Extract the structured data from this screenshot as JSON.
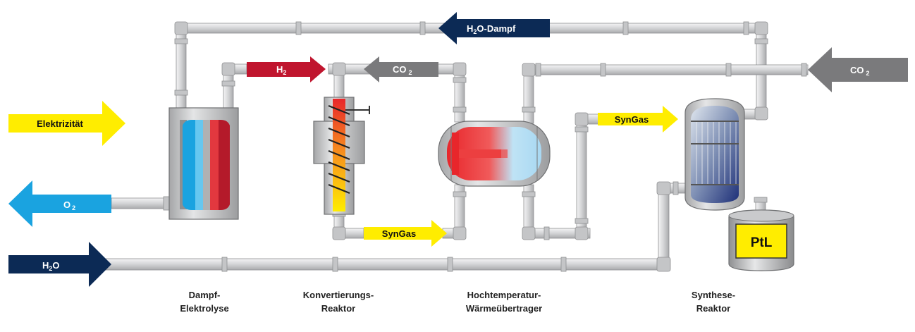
{
  "colors": {
    "yellow": "#ffed00",
    "blue": "#1aa3e0",
    "navy": "#0c2a55",
    "red": "#c0152e",
    "gray": "#7a7a7c",
    "pipe": "#d9dadb",
    "pipe_stroke": "#9a9b9d"
  },
  "arrows": {
    "elektrizitaet": "Elektrizität",
    "o2_main": "O",
    "o2_sub": "2",
    "h2o_main": "H",
    "h2o_sub": "2",
    "h2o_tail": "O",
    "h2_main": "H",
    "h2_sub": "2",
    "co2_left_main": "CO",
    "co2_left_sub": "2",
    "co2_right_main": "CO",
    "co2_right_sub": "2",
    "dampf_main": "H",
    "dampf_sub": "2",
    "dampf_tail": "O-Dampf",
    "syngas_bottom": "SynGas",
    "syngas_top": "SynGas"
  },
  "tank": {
    "label": "PtL"
  },
  "labels": {
    "elektrolyse_1": "Dampf-",
    "elektrolyse_2": "Elektrolyse",
    "konvert_1": "Konvertierungs-",
    "konvert_2": "Reaktor",
    "waerme_1": "Hochtemperatur-",
    "waerme_2": "Wärmeübertrager",
    "synthese_1": "Synthese-",
    "synthese_2": "Reaktor"
  }
}
